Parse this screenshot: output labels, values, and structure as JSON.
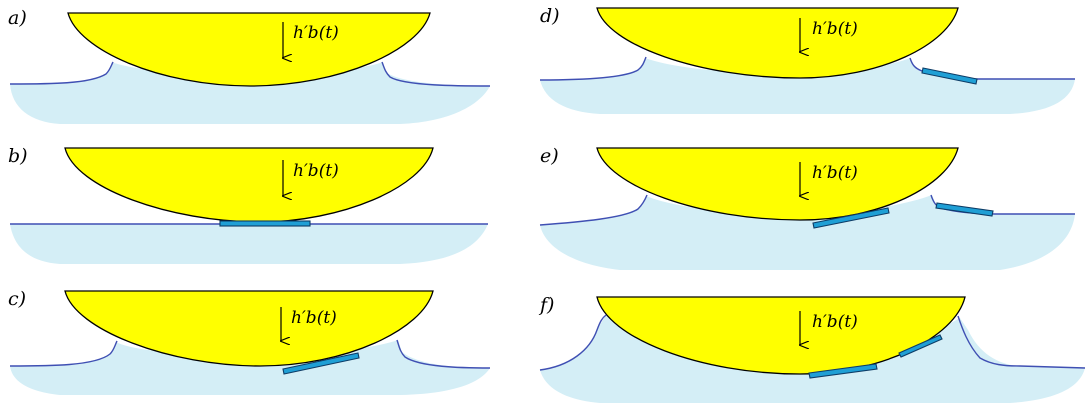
{
  "panels": [
    {
      "id": "a",
      "label": "a)",
      "velocity_label": "h′b(t)"
    },
    {
      "id": "b",
      "label": "b)",
      "velocity_label": "h′b(t)"
    },
    {
      "id": "c",
      "label": "c)",
      "velocity_label": "h′b(t)"
    },
    {
      "id": "d",
      "label": "d)",
      "velocity_label": "h′b(t)"
    },
    {
      "id": "e",
      "label": "e)",
      "velocity_label": "h′b(t)"
    },
    {
      "id": "f",
      "label": "f)",
      "velocity_label": "h′b(t)"
    }
  ],
  "colors": {
    "body": "#ffff00",
    "water": "#d4eef6",
    "free_surface": "#3f4fb3",
    "plate": "#1f9fd5"
  },
  "icons": {
    "velocity_arrow": "down-arrow-icon"
  }
}
